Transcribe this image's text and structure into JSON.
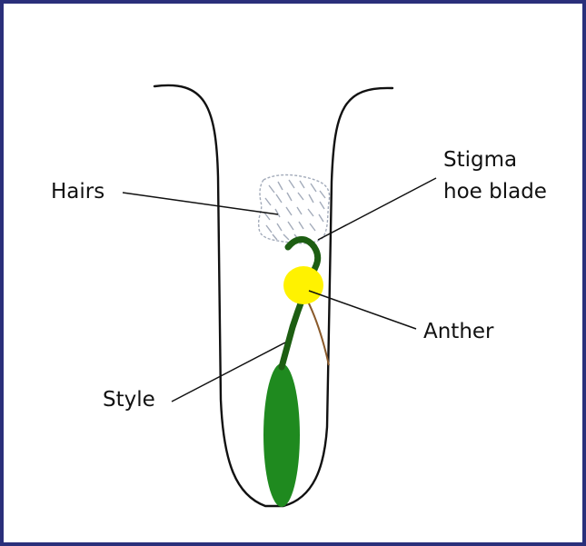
{
  "labels": {
    "hairs": "Hairs",
    "stigma_line1": "Stigma",
    "stigma_line2": "hoe blade",
    "anther": "Anther",
    "style": "Style"
  },
  "colors": {
    "frame": "#2a2f7a",
    "tube_outline": "#111111",
    "ovary": "#1f8a1f",
    "style": "#1d5e12",
    "anther": "#fff200",
    "hairs": "#9aa3b3",
    "filament": "#8a5a2b",
    "leader_lines": "#111111"
  },
  "icons": [
    "floral-tube",
    "hairs-tuft",
    "stigma-hook",
    "anther-sac",
    "style-stalk",
    "ovary-body",
    "filament"
  ]
}
